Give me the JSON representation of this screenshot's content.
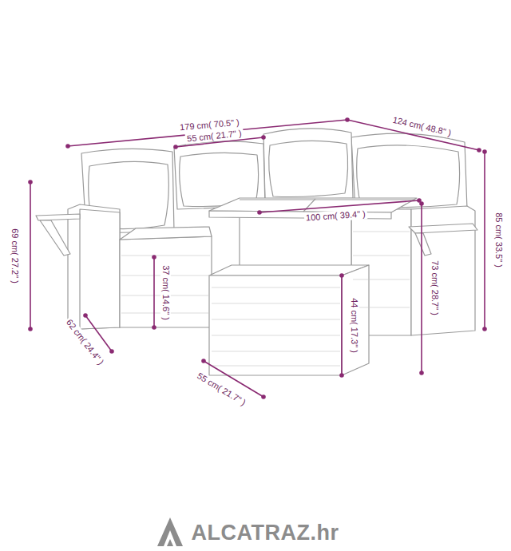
{
  "diagram": {
    "labels": [
      "179 cm( 70.5\" )",
      "124 cm( 48.8\" )",
      "55 cm( 21.7\" )",
      "85 cm( 33.5\" )",
      "69 cm( 27.2\" )",
      "100 cm( 39.4\" )",
      "37 cm( 14.6\" )",
      "73 cm( 28.7\" )",
      "44 cm( 17.3\" )",
      "62 cm( 24.4\" )",
      "55 cm( 21.7\" )",
      "ALCATRAZ.hr"
    ]
  }
}
